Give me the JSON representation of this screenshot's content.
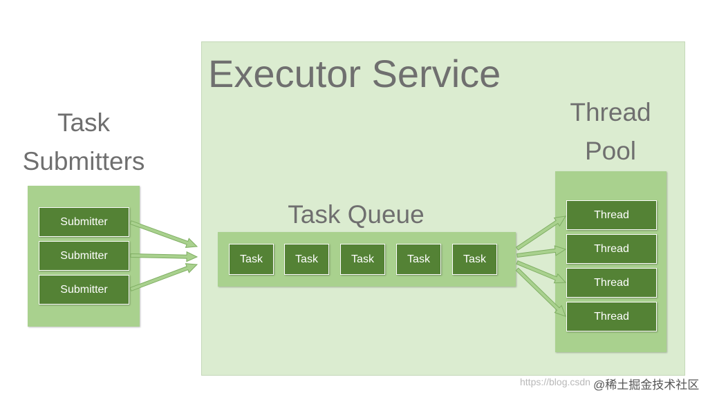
{
  "executor": {
    "title": "Executor Service"
  },
  "submitters": {
    "heading_line1": "Task",
    "heading_line2": "Submitters",
    "items": [
      "Submitter",
      "Submitter",
      "Submitter"
    ]
  },
  "queue": {
    "heading": "Task Queue",
    "items": [
      "Task",
      "Task",
      "Task",
      "Task",
      "Task"
    ]
  },
  "pool": {
    "heading_line1": "Thread",
    "heading_line2": "Pool",
    "items": [
      "Thread",
      "Thread",
      "Thread",
      "Thread"
    ]
  },
  "watermark": {
    "url": "https://blog.csdn",
    "brand": "@稀土掘金技术社区"
  },
  "colors": {
    "executor_bg": "#dbecd0",
    "panel_bg": "#a9d18e",
    "box_bg": "#548235",
    "arrow_fill": "#a9d18e",
    "heading_text": "#6f6f6f"
  }
}
